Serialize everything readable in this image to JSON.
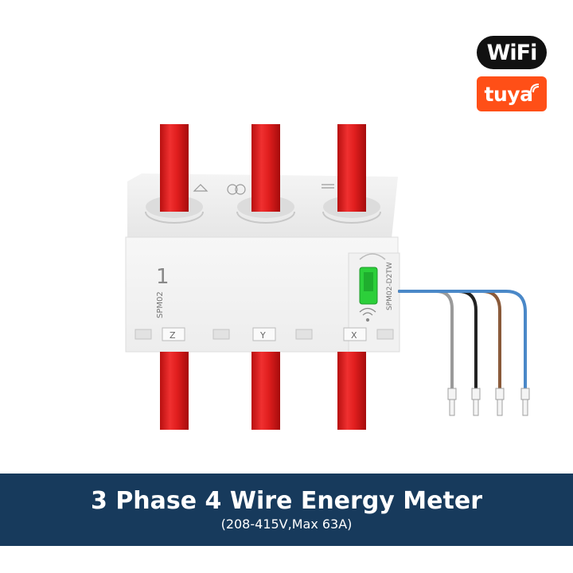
{
  "logos": {
    "wifi_text": "WiFi",
    "tuya_text": "tuya",
    "wifi_color": "#111111",
    "tuya_color": "#ff4f17"
  },
  "device": {
    "model_label": "SPM02-D2TW",
    "model_short": "SPM02",
    "channel_number": "1",
    "phase_labels": [
      "Z",
      "Y",
      "X"
    ],
    "body_color": "#f2f2f2",
    "cable_color": "#e02020",
    "wire_colors": [
      "#9a9a9a",
      "#222222",
      "#8a5a3a",
      "#4a88c8"
    ]
  },
  "banner": {
    "title": "3 Phase 4 Wire Energy Meter",
    "subtitle": "(208-415V,Max 63A)",
    "background": "#173a5c"
  }
}
